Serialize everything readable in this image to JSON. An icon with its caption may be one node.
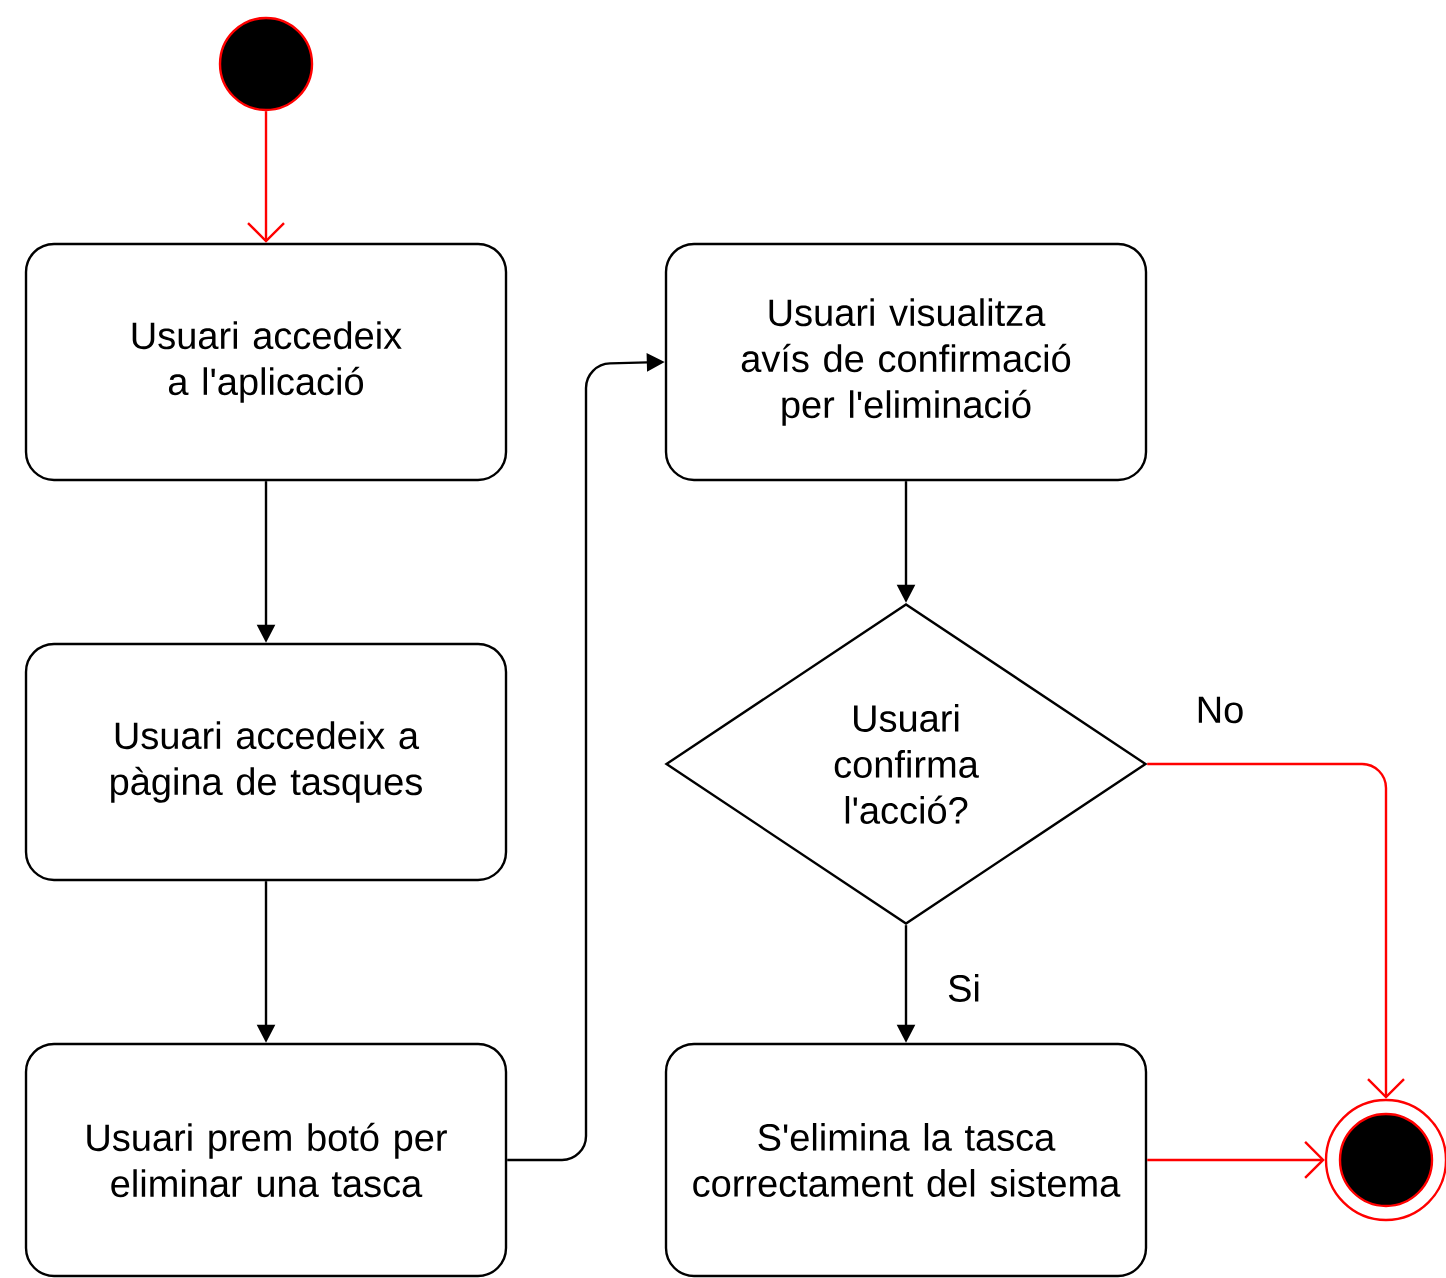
{
  "diagram": {
    "nodes": [
      {
        "text": [],
        "shape": "circle"
      },
      {
        "text": [
          "Usuari accedeix a l'aplicació"
        ]
      },
      {
        "text": [
          "Usuari accedeix a pàgina de tasques"
        ]
      },
      {
        "text": [
          "Usuari prem botó per eliminar una tasca"
        ]
      },
      {
        "text": [
          "Usuari visualitza avís de confirmació per l'eliminació"
        ]
      },
      {
        "text": [
          "Usuari confirma l'acció?"
        ]
      },
      {
        "text": [
          "S'elimina la tasca correctament del sistema"
        ]
      },
      {
        "text": [],
        "shape": "circle"
      }
    ],
    "edges": [
      {
        "from": 0,
        "to": 1,
        "arrow": "to",
        "color": "#ff0000"
      },
      {
        "from": 1,
        "to": 2,
        "arrow": "to"
      },
      {
        "from": 2,
        "to": 3,
        "arrow": "to"
      },
      {
        "from": 3,
        "to": 4,
        "arrow": "to"
      },
      {
        "from": 4,
        "to": 5,
        "arrow": "to"
      },
      {
        "from": 5,
        "to": 6,
        "arrow": "to",
        "label": "Si"
      },
      {
        "from": 5,
        "to": 7,
        "arrow": "to",
        "label": "No",
        "color": "#ff0000"
      },
      {
        "from": 6,
        "to": 7,
        "arrow": "to",
        "color": "#ff0000"
      }
    ]
  }
}
